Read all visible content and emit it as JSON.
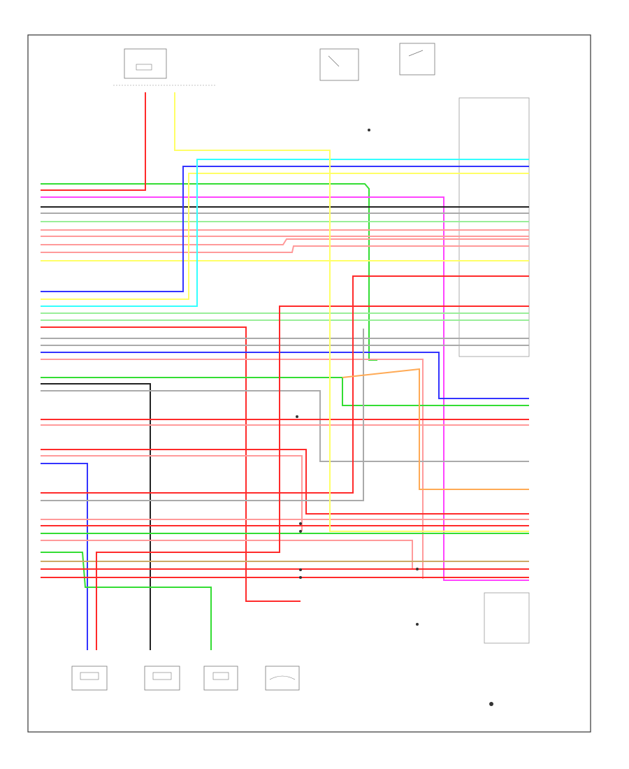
{
  "colors": {
    "green": "#33dd33",
    "red": "#ff2a2a",
    "pink": "#ff9a9a",
    "yellow": "#ffff66",
    "blue": "#3333ff",
    "cyan": "#33ffff",
    "light_green": "#99ee99",
    "magenta": "#ff44ff",
    "black": "#222222",
    "gray": "#aaaaaa",
    "orange": "#ffaa55",
    "tan": "#ccaa66",
    "white_wire": "#e4e4e4",
    "frame": "#333333"
  },
  "wires": [
    {
      "color": "green"
    },
    {
      "color": "red"
    },
    {
      "color": "magenta"
    },
    {
      "color": "black"
    },
    {
      "color": "gray"
    },
    {
      "color": "pink"
    },
    {
      "color": "pink"
    },
    {
      "color": "light_green"
    },
    {
      "color": "pink"
    },
    {
      "color": "pink"
    },
    {
      "color": "yellow"
    },
    {
      "color": "blue"
    },
    {
      "color": "yellow"
    },
    {
      "color": "cyan"
    },
    {
      "color": "light_green"
    },
    {
      "color": "light_green"
    },
    {
      "color": "red"
    },
    {
      "color": "gray"
    },
    {
      "color": "gray"
    },
    {
      "color": "blue"
    },
    {
      "color": "pink"
    },
    {
      "color": "green"
    },
    {
      "color": "black"
    },
    {
      "color": "gray"
    },
    {
      "color": "red"
    },
    {
      "color": "pink"
    },
    {
      "color": "red"
    },
    {
      "color": "pink"
    },
    {
      "color": "blue"
    },
    {
      "color": "red"
    },
    {
      "color": "gray"
    },
    {
      "color": "pink"
    },
    {
      "color": "red"
    },
    {
      "color": "green"
    },
    {
      "color": "pink"
    },
    {
      "color": "green"
    },
    {
      "color": "tan"
    },
    {
      "color": "red"
    },
    {
      "color": "red"
    },
    {
      "color": "red"
    },
    {
      "color": "yellow"
    },
    {
      "color": "orange"
    }
  ]
}
